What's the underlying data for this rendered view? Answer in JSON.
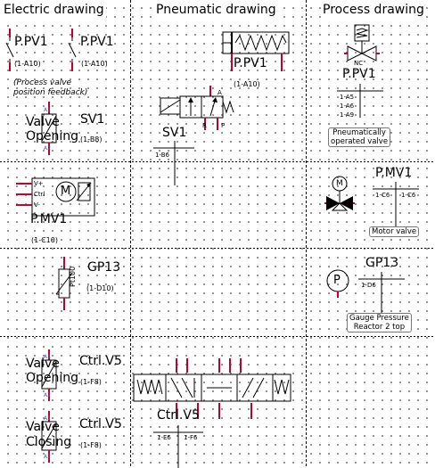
{
  "headers": {
    "electric": "Electric drawing",
    "pneumatic": "Pneumatic drawing",
    "process": "Process drawing"
  },
  "electric": {
    "pv1_left_label": "P.PV1",
    "pv1_left_ref": "(1-A10)",
    "pv1_right_label": "P.PV1",
    "pv1_right_ref": "(1-A10)",
    "pv1_note_line1": "(Process valve",
    "pv1_note_line2": "position feedback)",
    "sv1_label": "SV1",
    "sv1_ref": "(1-B8)",
    "sv1_coil_text_line1": "Valve",
    "sv1_coil_text_line2": "Opening",
    "sv1_pin_a1": "A1",
    "sv1_pin_a2": "A2",
    "motor_terminal_vplus": "V+",
    "motor_terminal_ctrl": "Ctrl",
    "motor_terminal_vminus": "V-",
    "motor_symbol": "M",
    "motor_label": "P.MV1",
    "motor_ref": "(1-C10)",
    "gp13_label": "GP13",
    "gp13_ref": "(1-D10)",
    "gp13_sensor_type": "Pt100",
    "ctrlv5_open_label": "Ctrl.V5",
    "ctrlv5_open_ref": "(1-F8)",
    "ctrlv5_open_text_line1": "Valve",
    "ctrlv5_open_text_line2": "Opening",
    "ctrlv5_close_label": "Ctrl.V5",
    "ctrlv5_close_ref": "(1-F8)",
    "ctrlv5_close_text_line1": "Valve",
    "ctrlv5_close_text_line2": "Closing",
    "pin_a1": "A1",
    "pin_a2": "A2"
  },
  "pneumatic": {
    "cylinder_label": "P.PV1",
    "cylinder_ref": "(1-A10)",
    "valve_label": "SV1",
    "valve_port_a": "A",
    "valve_port_r": "R",
    "valve_port_p": "P",
    "valve_xref": "1-B6",
    "valve5_label": "Ctrl.V5",
    "valve5_xref_left": "1-E6",
    "valve5_xref_right": "1-F6"
  },
  "process": {
    "pv1_label": "P.PV1",
    "pv1_nc": "NC",
    "pv1_xrefs": [
      "1-A5",
      "1-A6",
      "1-A9"
    ],
    "pv1_tag_line1": "Pneumatically",
    "pv1_tag_line2": "operated valve",
    "mv1_label": "P.MV1",
    "mv1_motor": "M",
    "mv1_xref_left": "1-C6",
    "mv1_xref_right": "1-C6",
    "mv1_tag": "Motor valve",
    "gp13_label": "GP13",
    "gp13_symbol": "P",
    "gp13_xref": "1-D6",
    "gp13_tag_line1": "Gauge Pressure",
    "gp13_tag_line2": "Reactor 2 top"
  }
}
